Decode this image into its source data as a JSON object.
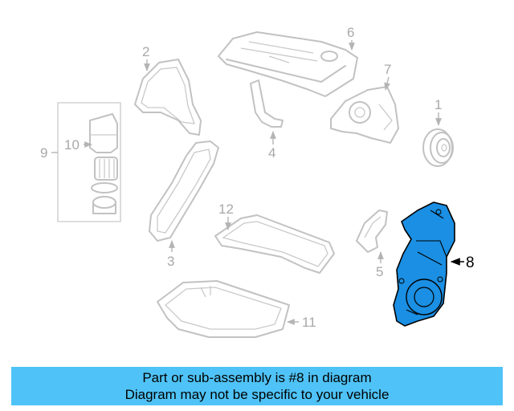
{
  "highlight_color": "#1a8fe3",
  "banner_color": "#4fc3f7",
  "callouts": {
    "c1": "1",
    "c2": "2",
    "c3": "3",
    "c4": "4",
    "c5": "5",
    "c6": "6",
    "c7": "7",
    "c8": "8",
    "c9": "9",
    "c10": "10",
    "c11": "11",
    "c12": "12"
  },
  "banner": {
    "line1": "Part or sub-assembly is #8 in diagram",
    "line2": "Diagram may not be specific to your vehicle"
  }
}
